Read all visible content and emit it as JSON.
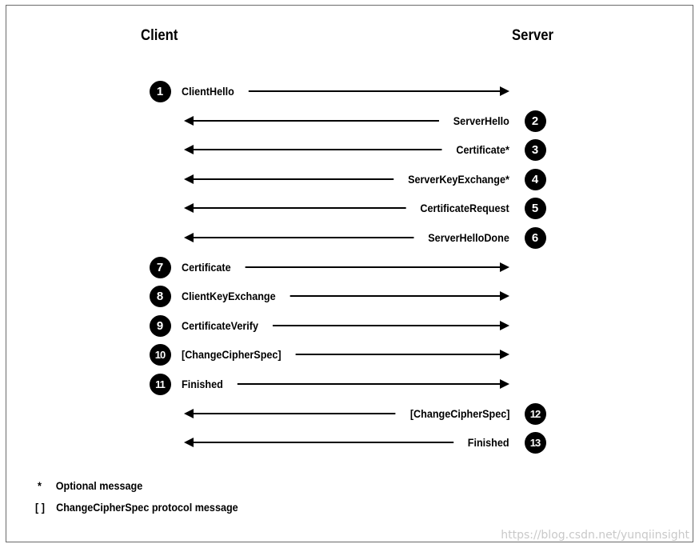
{
  "headers": {
    "client": "Client",
    "server": "Server"
  },
  "messages": [
    {
      "num": "1",
      "label": "ClientHello",
      "dir": "c2s"
    },
    {
      "num": "2",
      "label": "ServerHello",
      "dir": "s2c"
    },
    {
      "num": "3",
      "label": "Certificate*",
      "dir": "s2c"
    },
    {
      "num": "4",
      "label": "ServerKeyExchange*",
      "dir": "s2c"
    },
    {
      "num": "5",
      "label": "CertificateRequest",
      "dir": "s2c"
    },
    {
      "num": "6",
      "label": "ServerHelloDone",
      "dir": "s2c"
    },
    {
      "num": "7",
      "label": "Certificate",
      "dir": "c2s"
    },
    {
      "num": "8",
      "label": "ClientKeyExchange",
      "dir": "c2s"
    },
    {
      "num": "9",
      "label": "CertificateVerify",
      "dir": "c2s"
    },
    {
      "num": "10",
      "label": "[ChangeCipherSpec]",
      "dir": "c2s"
    },
    {
      "num": "11",
      "label": "Finished",
      "dir": "c2s"
    },
    {
      "num": "12",
      "label": "[ChangeCipherSpec]",
      "dir": "s2c"
    },
    {
      "num": "13",
      "label": "Finished",
      "dir": "s2c"
    }
  ],
  "legend": {
    "optional_symbol": "*",
    "optional_text": "Optional message",
    "ccs_symbol": "[ ]",
    "ccs_text": "ChangeCipherSpec protocol message"
  },
  "watermark": "https://blog.csdn.net/yunqiinsight",
  "colors": {
    "ink": "#000000",
    "frame": "#6a6a6a",
    "watermark": "#c9c9c9"
  }
}
